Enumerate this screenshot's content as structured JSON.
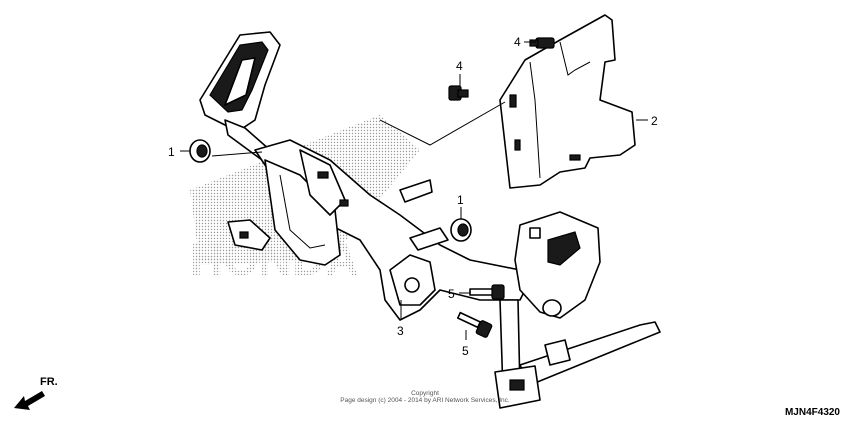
{
  "callouts": [
    {
      "id": "1-left",
      "text": "1"
    },
    {
      "id": "1-right",
      "text": "1"
    },
    {
      "id": "2",
      "text": "2"
    },
    {
      "id": "3",
      "text": "3"
    },
    {
      "id": "4-left",
      "text": "4"
    },
    {
      "id": "4-top",
      "text": "4"
    },
    {
      "id": "5-upper",
      "text": "5"
    },
    {
      "id": "5-lower",
      "text": "5"
    }
  ],
  "watermark": "HONDA",
  "copyright": {
    "title": "Copyright",
    "line": "Page design (c) 2004 - 2014 by ARI Network Services, Inc."
  },
  "diagram_code": "MJN4F4320",
  "direction_label": "FR."
}
